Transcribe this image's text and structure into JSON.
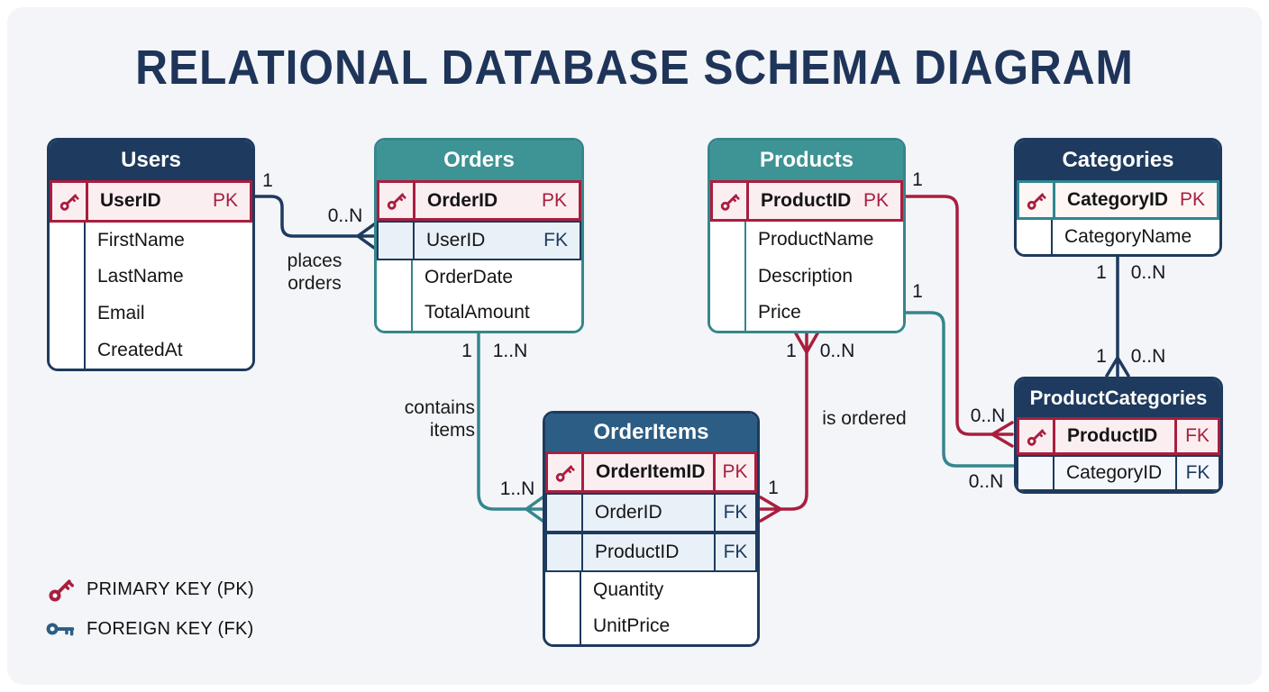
{
  "title": "RELATIONAL DATABASE SCHEMA DIAGRAM",
  "legend": {
    "primary_key": "PRIMARY KEY (PK)",
    "foreign_key": "FOREIGN KEY (FK)"
  },
  "tables": {
    "users": {
      "name": "Users",
      "rows": [
        {
          "name": "UserID",
          "badge": "PK"
        },
        {
          "name": "FirstName",
          "badge": ""
        },
        {
          "name": "LastName",
          "badge": ""
        },
        {
          "name": "Email",
          "badge": ""
        },
        {
          "name": "CreatedAt",
          "badge": ""
        }
      ]
    },
    "orders": {
      "name": "Orders",
      "rows": [
        {
          "name": "OrderID",
          "badge": "PK"
        },
        {
          "name": "UserID",
          "badge": "FK"
        },
        {
          "name": "OrderDate",
          "badge": ""
        },
        {
          "name": "TotalAmount",
          "badge": ""
        }
      ]
    },
    "products": {
      "name": "Products",
      "rows": [
        {
          "name": "ProductID",
          "badge": "PK"
        },
        {
          "name": "ProductName",
          "badge": ""
        },
        {
          "name": "Description",
          "badge": ""
        },
        {
          "name": "Price",
          "badge": ""
        }
      ]
    },
    "categories": {
      "name": "Categories",
      "rows": [
        {
          "name": "CategoryID",
          "badge": "PK"
        },
        {
          "name": "CategoryName",
          "badge": ""
        }
      ]
    },
    "order_items": {
      "name": "OrderItems",
      "rows": [
        {
          "name": "OrderItemID",
          "badge": "PK"
        },
        {
          "name": "OrderID",
          "badge": "FK"
        },
        {
          "name": "ProductID",
          "badge": "FK"
        },
        {
          "name": "Quantity",
          "badge": ""
        },
        {
          "name": "UnitPrice",
          "badge": ""
        }
      ]
    },
    "product_categories": {
      "name": "ProductCategories",
      "rows": [
        {
          "name": "ProductID",
          "badge": "FK"
        },
        {
          "name": "CategoryID",
          "badge": "FK"
        }
      ]
    }
  },
  "relationships": [
    {
      "from": "Users",
      "to": "Orders",
      "label": "places orders"
    },
    {
      "from": "Orders",
      "to": "OrderItems",
      "label": "contains items"
    },
    {
      "from": "Products",
      "to": "OrderItems",
      "label": "is ordered"
    }
  ],
  "cardinalities": [
    "1",
    "0..N",
    "1",
    "1..N",
    "1..N",
    "1",
    "0..N",
    "1",
    "1",
    "1",
    "0..N",
    "0..N",
    "1",
    "0..N",
    "1",
    "0..N"
  ],
  "colors": {
    "navy": "#1e3a5e",
    "teal_header": "#3e9394",
    "teal_border": "#35868d",
    "steel_blue": "#2b5d85",
    "crimson": "#a91e3e",
    "pk_row_bg": "#fbeef1",
    "fk_row_bg": "#e9f1f8",
    "background": "#f3f5f8",
    "title_color": "#1f3459"
  }
}
